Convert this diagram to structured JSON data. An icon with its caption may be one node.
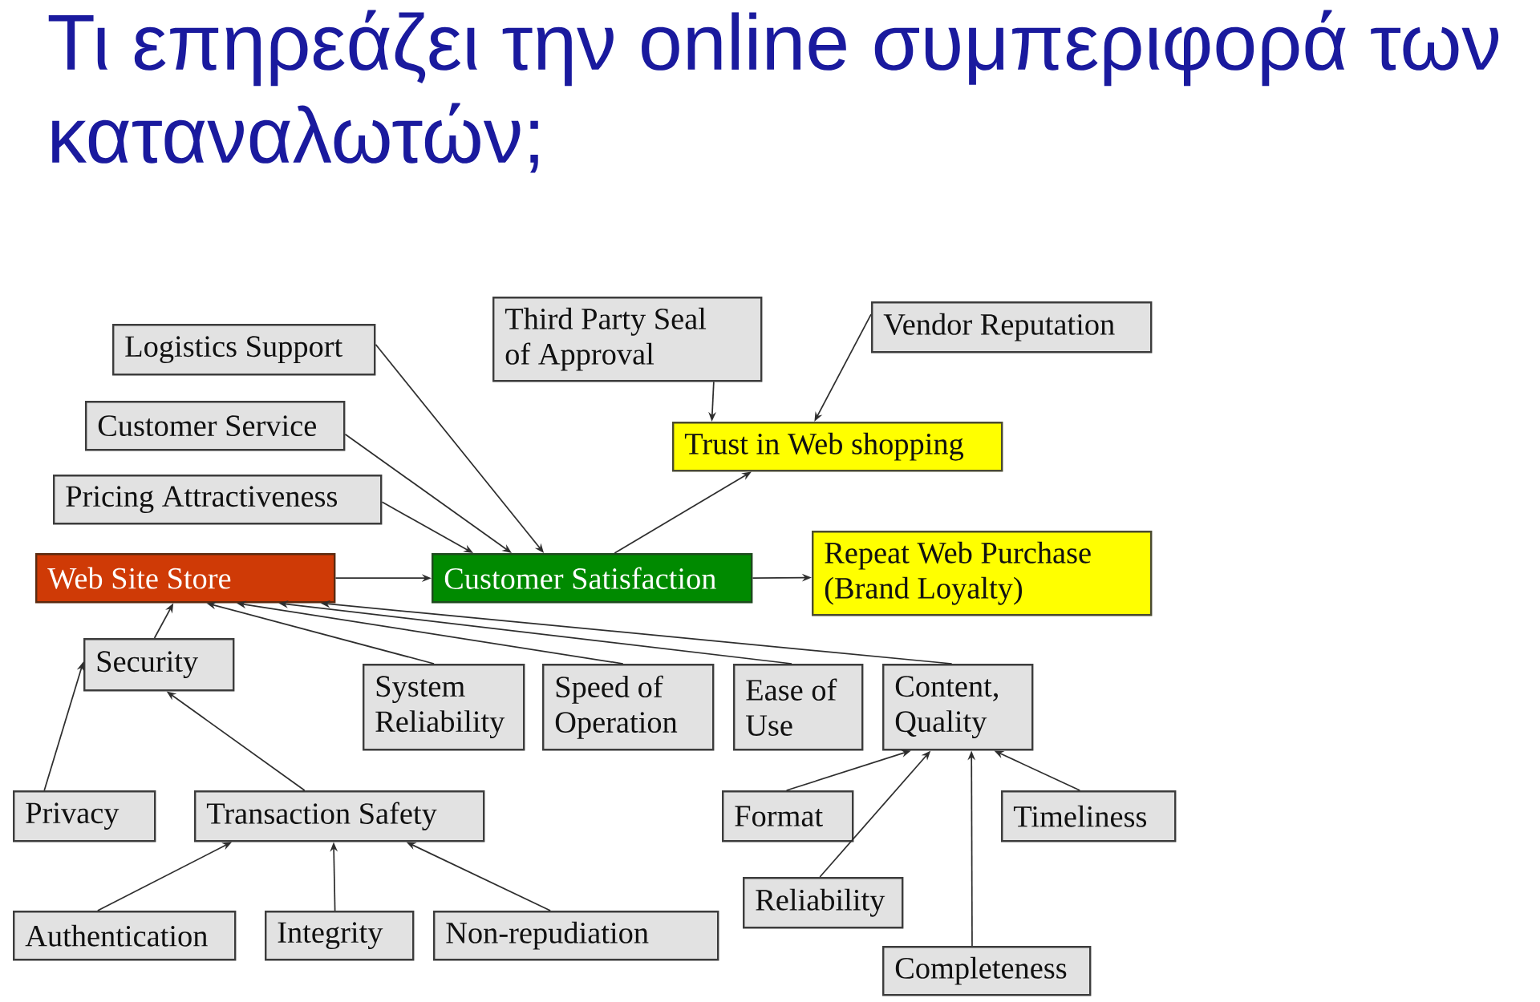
{
  "diagram": {
    "title": "Τι επηρεάζει την online συμπεριφορά των καταναλωτών;",
    "nodes": [
      {
        "text": [
          "Logistics Support"
        ]
      },
      {
        "text": [
          "Third Party Seal of Approval"
        ]
      },
      {
        "text": [
          "Vendor Reputation"
        ]
      },
      {
        "text": [
          "Customer Service"
        ]
      },
      {
        "text": [
          "Trust in Web shopping"
        ]
      },
      {
        "text": [
          "Pricing Attractiveness"
        ]
      },
      {
        "text": [
          "Web Site Store"
        ]
      },
      {
        "text": [
          "Customer Satisfaction"
        ]
      },
      {
        "text": [
          "Repeat Web Purchase (Brand Loyalty)"
        ]
      },
      {
        "text": [
          "Security"
        ]
      },
      {
        "text": [
          "System Reliability"
        ]
      },
      {
        "text": [
          "Speed of Operation"
        ]
      },
      {
        "text": [
          "Ease of Use"
        ]
      },
      {
        "text": [
          "Content, Quality"
        ]
      },
      {
        "text": [
          "Privacy"
        ]
      },
      {
        "text": [
          "Transaction Safety"
        ]
      },
      {
        "text": [
          "Format"
        ]
      },
      {
        "text": [
          "Timeliness"
        ]
      },
      {
        "text": [
          "Reliability"
        ]
      },
      {
        "text": [
          "Authentication"
        ]
      },
      {
        "text": [
          "Integrity"
        ]
      },
      {
        "text": [
          "Non-repudiation"
        ]
      },
      {
        "text": [
          "Completeness"
        ]
      }
    ],
    "edges": [
      {
        "from": 0,
        "to": 7,
        "arrow": "to"
      },
      {
        "from": 3,
        "to": 7,
        "arrow": "to"
      },
      {
        "from": 5,
        "to": 7,
        "arrow": "to"
      },
      {
        "from": 1,
        "to": 4,
        "arrow": "to"
      },
      {
        "from": 2,
        "to": 4,
        "arrow": "to"
      },
      {
        "from": 7,
        "to": 4,
        "arrow": "to"
      },
      {
        "from": 6,
        "to": 7,
        "arrow": "to"
      },
      {
        "from": 7,
        "to": 8,
        "arrow": "to"
      },
      {
        "from": 9,
        "to": 6,
        "arrow": "to"
      },
      {
        "from": 10,
        "to": 6,
        "arrow": "to"
      },
      {
        "from": 11,
        "to": 6,
        "arrow": "to"
      },
      {
        "from": 12,
        "to": 6,
        "arrow": "to"
      },
      {
        "from": 13,
        "to": 6,
        "arrow": "to"
      },
      {
        "from": 14,
        "to": 9,
        "arrow": "to"
      },
      {
        "from": 15,
        "to": 9,
        "arrow": "to"
      },
      {
        "from": 19,
        "to": 15,
        "arrow": "to"
      },
      {
        "from": 20,
        "to": 15,
        "arrow": "to"
      },
      {
        "from": 21,
        "to": 15,
        "arrow": "to"
      },
      {
        "from": 16,
        "to": 13,
        "arrow": "to"
      },
      {
        "from": 18,
        "to": 13,
        "arrow": "to"
      },
      {
        "from": 22,
        "to": 13,
        "arrow": "to"
      },
      {
        "from": 17,
        "to": 13,
        "arrow": "to"
      }
    ]
  }
}
